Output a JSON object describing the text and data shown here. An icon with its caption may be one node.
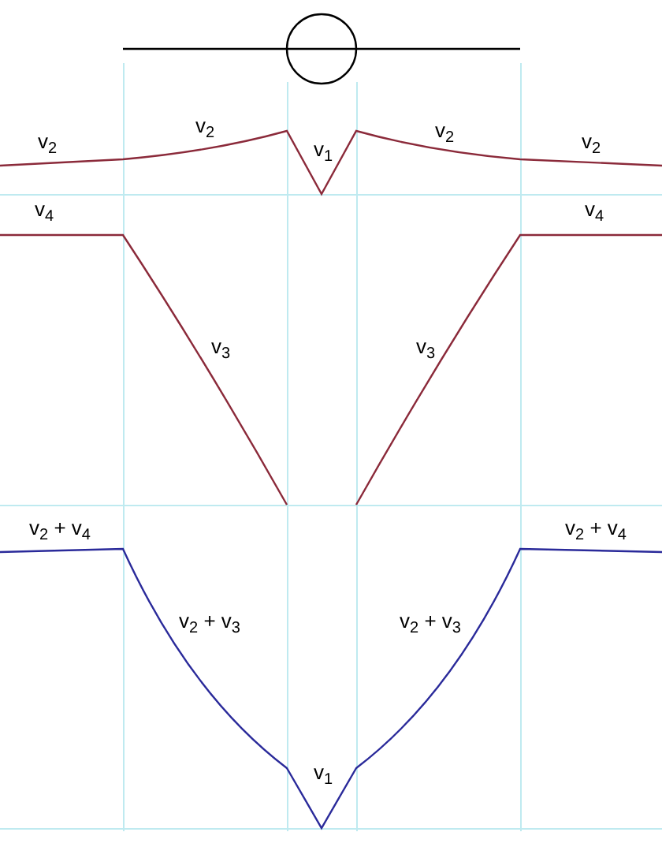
{
  "diagram": {
    "labels": [
      "v$_{2}$",
      "v$_{2}$",
      "v$_{1}$",
      "v$_{2}$",
      "v$_{2}$",
      "v$_{4}$",
      "v$_{4}$",
      "v$_{3}$",
      "v$_{3}$",
      "v$_{2}$ + v$_{4}$",
      "v$_{2}$ + v$_{4}$",
      "v$_{2}$ + v$_{3}$",
      "v$_{2}$ + v$_{3}$",
      "v$_{1}$"
    ]
  }
}
